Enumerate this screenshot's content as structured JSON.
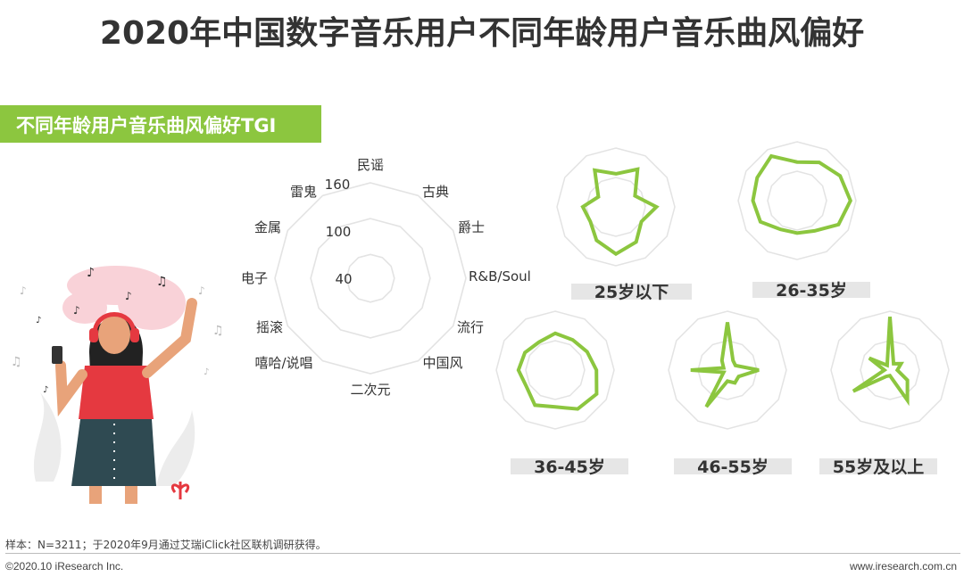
{
  "title": "2020年中国数字音乐用户不同年龄用户音乐曲风偏好",
  "banner": "不同年龄用户音乐曲风偏好TGI",
  "footnote": "样本：N=3211；于2020年9月通过艾瑞iClick社区联机调研获得。",
  "copyright": "©2020.10 iResearch Inc.",
  "website": "www.iresearch.com.cn",
  "colors": {
    "accent": "#8cc63f",
    "grid": "#e3e3e3",
    "text": "#333333"
  },
  "chart_data": {
    "type": "radar",
    "axes": [
      "民谣",
      "古典",
      "爵士",
      "R&B/Soul",
      "流行",
      "中国风",
      "二次元",
      "摇滚",
      "嘻哈/说唱",
      "电子",
      "金属",
      "雷鬼"
    ],
    "ticks": [
      "40",
      "100",
      "160"
    ],
    "rmax": 160,
    "series": [
      {
        "name": "25岁以下",
        "values": [
          90,
          118,
          60,
          110,
          80,
          110,
          128,
          105,
          80,
          90,
          55,
          115
        ]
      },
      {
        "name": "26-35岁",
        "values": [
          105,
          120,
          135,
          145,
          130,
          95,
          88,
          90,
          115,
          120,
          125,
          140
        ]
      },
      {
        "name": "36-45岁",
        "values": [
          100,
          95,
          100,
          112,
          130,
          122,
          100,
          110,
          90,
          100,
          95,
          88
        ]
      },
      {
        "name": "46-55岁",
        "values": [
          130,
          30,
          25,
          85,
          35,
          40,
          30,
          115,
          12,
          100,
          12,
          30
        ]
      },
      {
        "name": "55岁及以上",
        "values": [
          145,
          20,
          35,
          20,
          55,
          95,
          15,
          20,
          115,
          15,
          65,
          15
        ]
      }
    ]
  }
}
